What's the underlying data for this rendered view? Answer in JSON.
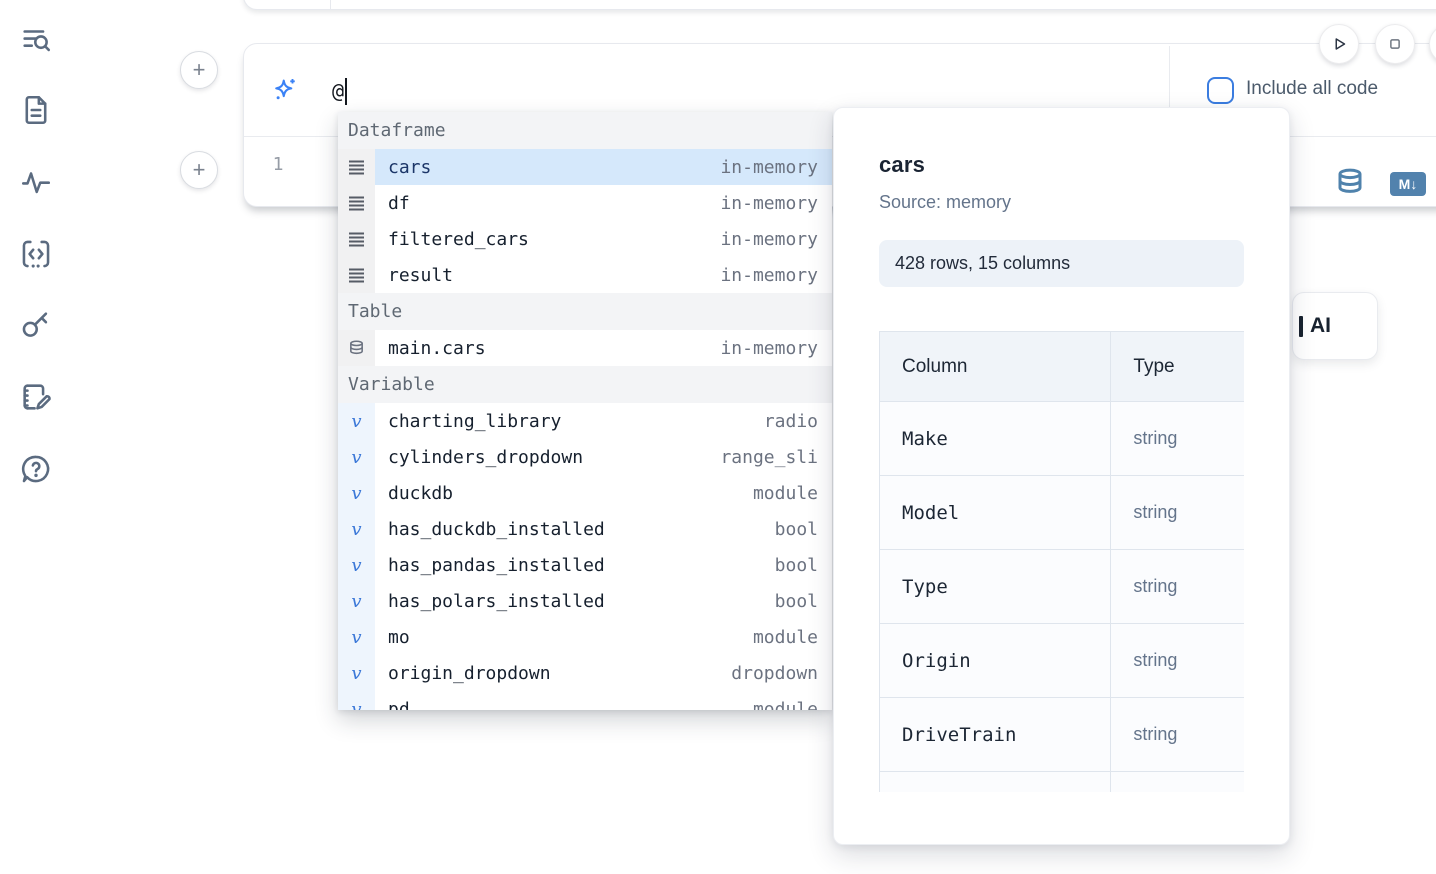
{
  "sidebar": {
    "items": [
      {
        "icon": "toc-search-icon"
      },
      {
        "icon": "file-document-icon"
      },
      {
        "icon": "activity-icon"
      },
      {
        "icon": "code-snippet-icon"
      },
      {
        "icon": "key-icon"
      },
      {
        "icon": "scratchpad-icon"
      },
      {
        "icon": "help-chat-icon"
      }
    ]
  },
  "toolbar": {
    "run_icon": "play-icon",
    "stop_icon": "stop-icon"
  },
  "prompt": {
    "value": "@",
    "include_all_code_label": "Include all code"
  },
  "editor": {
    "line_number": "1",
    "db_icon": "database-icon",
    "markdown_badge": "M↓"
  },
  "ai_button": {
    "label": "AI"
  },
  "autocomplete": {
    "groups": [
      {
        "label": "Dataframe",
        "kind": "dataframe",
        "items": [
          {
            "name": "cars",
            "type": "in-memory",
            "selected": true
          },
          {
            "name": "df",
            "type": "in-memory"
          },
          {
            "name": "filtered_cars",
            "type": "in-memory"
          },
          {
            "name": "result",
            "type": "in-memory"
          }
        ]
      },
      {
        "label": "Table",
        "kind": "table",
        "items": [
          {
            "name": "main.cars",
            "type": "in-memory"
          }
        ]
      },
      {
        "label": "Variable",
        "kind": "variable",
        "items": [
          {
            "name": "charting_library",
            "type": "radio"
          },
          {
            "name": "cylinders_dropdown",
            "type": "range_sli"
          },
          {
            "name": "duckdb",
            "type": "module"
          },
          {
            "name": "has_duckdb_installed",
            "type": "bool"
          },
          {
            "name": "has_pandas_installed",
            "type": "bool"
          },
          {
            "name": "has_polars_installed",
            "type": "bool"
          },
          {
            "name": "mo",
            "type": "module"
          },
          {
            "name": "origin_dropdown",
            "type": "dropdown"
          },
          {
            "name": "pd",
            "type": "module"
          }
        ]
      }
    ]
  },
  "preview": {
    "title": "cars",
    "source": "Source: memory",
    "shape": "428 rows, 15 columns",
    "table": {
      "headers": [
        "Column",
        "Type"
      ],
      "rows": [
        [
          "Make",
          "string"
        ],
        [
          "Model",
          "string"
        ],
        [
          "Type",
          "string"
        ],
        [
          "Origin",
          "string"
        ],
        [
          "DriveTrain",
          "string"
        ],
        [
          "",
          ""
        ]
      ]
    }
  },
  "colors": {
    "accent_blue": "#3b82f6",
    "steel_blue": "#5282ad",
    "selected_row_bg": "#d5e8fb",
    "checkbox_border": "#3b7de0"
  }
}
